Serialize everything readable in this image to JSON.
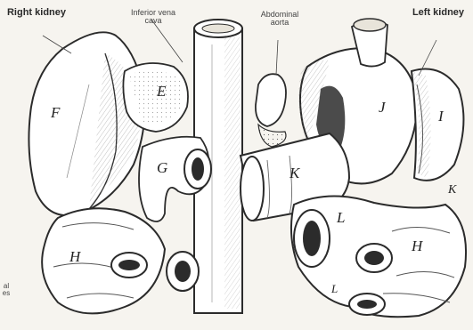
{
  "labels": {
    "right_kidney": "Right kidney",
    "ivc": "Inferior vena cava",
    "aorta": "Abdominal aorta",
    "left_kidney": "Left kidney",
    "corner": "al es"
  },
  "letters": {
    "f": "F",
    "e": "E",
    "g": "G",
    "h_left": "H",
    "k_center": "K",
    "l_center": "L",
    "h_right": "H",
    "i": "I",
    "j": "J",
    "k_right": "K",
    "l_small": "L"
  },
  "colors": {
    "ink": "#2b2b2b",
    "paper": "#f6f4ef",
    "shade": "#c9c4b8"
  }
}
